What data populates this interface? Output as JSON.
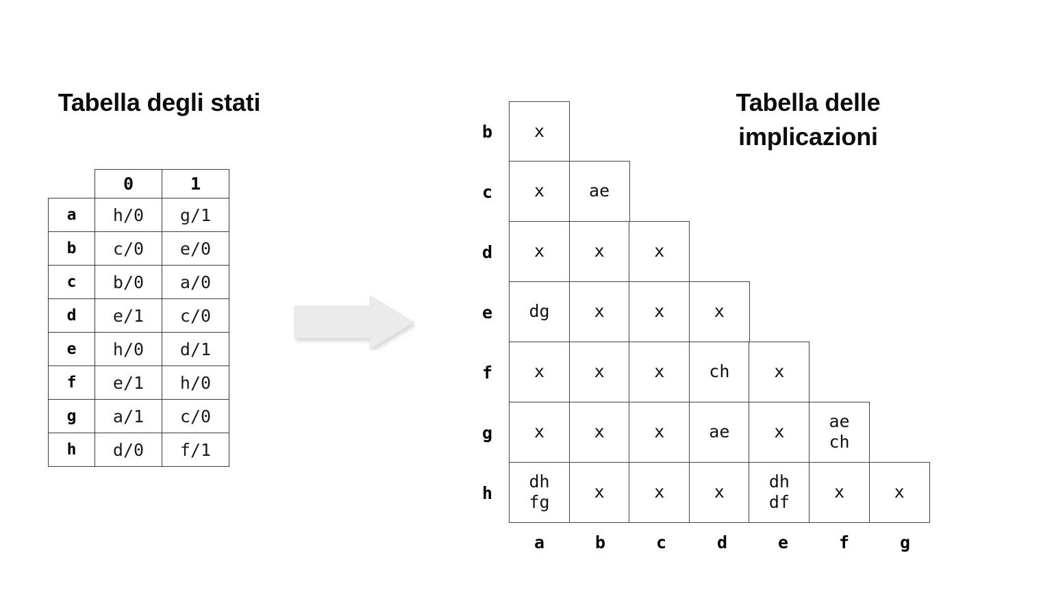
{
  "titles": {
    "left": "Tabella degli stati",
    "right": "Tabella delle implicazioni"
  },
  "state_table": {
    "name": "state-table",
    "column_headers": [
      "0",
      "1"
    ],
    "rows": [
      {
        "state": "a",
        "in0": "h/0",
        "in1": "g/1"
      },
      {
        "state": "b",
        "in0": "c/0",
        "in1": "e/0"
      },
      {
        "state": "c",
        "in0": "b/0",
        "in1": "a/0"
      },
      {
        "state": "d",
        "in0": "e/1",
        "in1": "c/0"
      },
      {
        "state": "e",
        "in0": "h/0",
        "in1": "d/1"
      },
      {
        "state": "f",
        "in0": "e/1",
        "in1": "h/0"
      },
      {
        "state": "g",
        "in0": "a/1",
        "in1": "c/0"
      },
      {
        "state": "h",
        "in0": "d/0",
        "in1": "f/1"
      }
    ]
  },
  "implication_table": {
    "name": "implication-table",
    "row_labels": [
      "b",
      "c",
      "d",
      "e",
      "f",
      "g",
      "h"
    ],
    "column_labels": [
      "a",
      "b",
      "c",
      "d",
      "e",
      "f",
      "g"
    ],
    "rows": [
      {
        "label": "b",
        "cells": [
          "x"
        ]
      },
      {
        "label": "c",
        "cells": [
          "x",
          "ae"
        ]
      },
      {
        "label": "d",
        "cells": [
          "x",
          "x",
          "x"
        ]
      },
      {
        "label": "e",
        "cells": [
          "dg",
          "x",
          "x",
          "x"
        ]
      },
      {
        "label": "f",
        "cells": [
          "x",
          "x",
          "x",
          "ch",
          "x"
        ]
      },
      {
        "label": "g",
        "cells": [
          "x",
          "x",
          "x",
          "ae",
          "x",
          "ae\nch"
        ]
      },
      {
        "label": "h",
        "cells": [
          "dh\nfg",
          "x",
          "x",
          "x",
          "dh\ndf",
          "x",
          "x"
        ]
      }
    ]
  },
  "arrow": {
    "name": "right-arrow",
    "fill": "#EBEBEB",
    "stroke": "#E2E2E2"
  },
  "colors": {
    "background": "#FFFFFF",
    "text": "#000000",
    "grid_line": "#444444"
  }
}
